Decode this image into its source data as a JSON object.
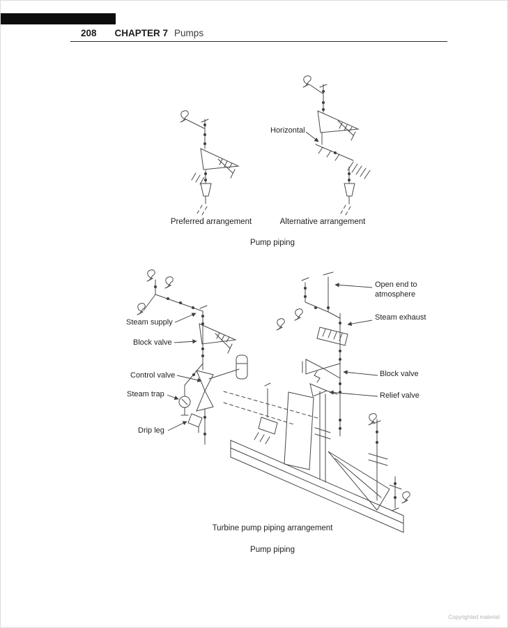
{
  "page": {
    "number": "208",
    "chapter_label": "CHAPTER 7",
    "chapter_title": "Pumps",
    "copyright_notice": "Copyrighted material"
  },
  "figure_pump_piping": {
    "annotation_horizontal": "Horizontal",
    "caption_preferred": "Preferred arrangement",
    "caption_alternative": "Alternative arrangement",
    "caption": "Pump piping"
  },
  "figure_turbine_pump": {
    "label_open_end": "Open end to\natmosphere",
    "label_steam_exhaust": "Steam exhaust",
    "label_steam_supply": "Steam supply",
    "label_block_valve_left": "Block valve",
    "label_control_valve": "Control valve",
    "label_steam_trap": "Steam trap",
    "label_drip_leg": "Drip leg",
    "label_block_valve_right": "Block valve",
    "label_relief_valve": "Relief valve",
    "caption_title": "Turbine pump piping arrangement",
    "caption": "Pump piping"
  },
  "colors": {
    "line": "#474747",
    "text": "#1f1f1f",
    "scan_bar": "#0d0d0d"
  }
}
